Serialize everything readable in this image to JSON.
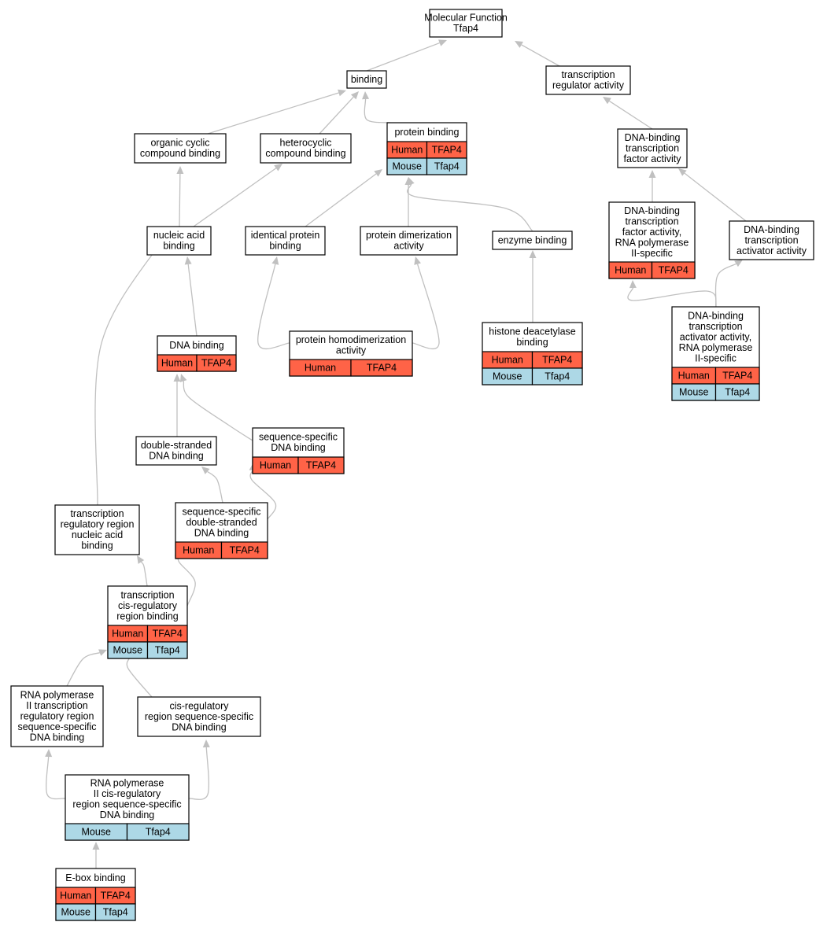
{
  "colors": {
    "human": "#ff6347",
    "mouse": "#add8e6",
    "edge": "#c0c0c0"
  },
  "nodes": [
    {
      "id": "mf",
      "lines": [
        "Molecular Function",
        "Tfap4"
      ],
      "rows": []
    },
    {
      "id": "binding",
      "lines": [
        "binding"
      ],
      "rows": []
    },
    {
      "id": "tra",
      "lines": [
        "transcription",
        "regulator activity"
      ],
      "rows": []
    },
    {
      "id": "pb",
      "lines": [
        "protein binding"
      ],
      "rows": [
        [
          "Human",
          "TFAP4"
        ],
        [
          "Mouse",
          "Tfap4"
        ]
      ]
    },
    {
      "id": "occb",
      "lines": [
        "organic cyclic",
        "compound binding"
      ],
      "rows": []
    },
    {
      "id": "hcb",
      "lines": [
        "heterocyclic",
        "compound binding"
      ],
      "rows": []
    },
    {
      "id": "dbtfa",
      "lines": [
        "DNA-binding",
        "transcription",
        "factor activity"
      ],
      "rows": []
    },
    {
      "id": "nab",
      "lines": [
        "nucleic acid",
        "binding"
      ],
      "rows": []
    },
    {
      "id": "ipb",
      "lines": [
        "identical protein",
        "binding"
      ],
      "rows": []
    },
    {
      "id": "pda",
      "lines": [
        "protein dimerization",
        "activity"
      ],
      "rows": []
    },
    {
      "id": "eb",
      "lines": [
        "enzyme binding"
      ],
      "rows": []
    },
    {
      "id": "dbtfa2",
      "lines": [
        "DNA-binding",
        "transcription",
        "factor activity,",
        "RNA polymerase",
        "II-specific"
      ],
      "rows": [
        [
          "Human",
          "TFAP4"
        ]
      ]
    },
    {
      "id": "dbtaa",
      "lines": [
        "DNA-binding",
        "transcription",
        "activator activity"
      ],
      "rows": []
    },
    {
      "id": "dnab",
      "lines": [
        "DNA binding"
      ],
      "rows": [
        [
          "Human",
          "TFAP4"
        ]
      ]
    },
    {
      "id": "phda",
      "lines": [
        "protein homodimerization",
        "activity"
      ],
      "rows": [
        [
          "Human",
          "TFAP4"
        ]
      ]
    },
    {
      "id": "hdb",
      "lines": [
        "histone deacetylase",
        "binding"
      ],
      "rows": [
        [
          "Human",
          "TFAP4"
        ],
        [
          "Mouse",
          "Tfap4"
        ]
      ]
    },
    {
      "id": "dbtaa2",
      "lines": [
        "DNA-binding",
        "transcription",
        "activator activity,",
        "RNA polymerase",
        "II-specific"
      ],
      "rows": [
        [
          "Human",
          "TFAP4"
        ],
        [
          "Mouse",
          "Tfap4"
        ]
      ]
    },
    {
      "id": "dsdb",
      "lines": [
        "double-stranded",
        "DNA binding"
      ],
      "rows": []
    },
    {
      "id": "ssdb",
      "lines": [
        "sequence-specific",
        "DNA binding"
      ],
      "rows": [
        [
          "Human",
          "TFAP4"
        ]
      ]
    },
    {
      "id": "trrnab",
      "lines": [
        "transcription",
        "regulatory region",
        "nucleic acid",
        "binding"
      ],
      "rows": []
    },
    {
      "id": "ssdsdb",
      "lines": [
        "sequence-specific",
        "double-stranded",
        "DNA binding"
      ],
      "rows": [
        [
          "Human",
          "TFAP4"
        ]
      ]
    },
    {
      "id": "tcrrb",
      "lines": [
        "transcription",
        "cis-regulatory",
        "region binding"
      ],
      "rows": [
        [
          "Human",
          "TFAP4"
        ],
        [
          "Mouse",
          "Tfap4"
        ]
      ]
    },
    {
      "id": "rnap2",
      "lines": [
        "RNA polymerase",
        "II transcription",
        "regulatory region",
        "sequence-specific",
        "DNA binding"
      ],
      "rows": []
    },
    {
      "id": "crssdb",
      "lines": [
        "cis-regulatory",
        "region sequence-specific",
        "DNA binding"
      ],
      "rows": []
    },
    {
      "id": "rnap2cr",
      "lines": [
        "RNA polymerase",
        "II cis-regulatory",
        "region sequence-specific",
        "DNA binding"
      ],
      "rows": [
        [
          "Mouse",
          "Tfap4"
        ]
      ]
    },
    {
      "id": "ebox",
      "lines": [
        "E-box binding"
      ],
      "rows": [
        [
          "Human",
          "TFAP4"
        ],
        [
          "Mouse",
          "Tfap4"
        ]
      ]
    }
  ],
  "edges": [
    {
      "from": "binding",
      "to": "mf"
    },
    {
      "from": "tra",
      "to": "mf"
    },
    {
      "from": "occb",
      "to": "binding"
    },
    {
      "from": "hcb",
      "to": "binding"
    },
    {
      "from": "pb",
      "to": "binding"
    },
    {
      "from": "dbtfa",
      "to": "tra"
    },
    {
      "from": "nab",
      "to": "occb"
    },
    {
      "from": "nab",
      "to": "hcb"
    },
    {
      "from": "ipb",
      "to": "pb"
    },
    {
      "from": "pda",
      "to": "pb"
    },
    {
      "from": "eb",
      "to": "pb"
    },
    {
      "from": "dbtfa2",
      "to": "dbtfa"
    },
    {
      "from": "dbtaa",
      "to": "dbtfa"
    },
    {
      "from": "dnab",
      "to": "nab"
    },
    {
      "from": "trrnab",
      "to": "nab"
    },
    {
      "from": "phda",
      "to": "ipb"
    },
    {
      "from": "phda",
      "to": "pda"
    },
    {
      "from": "hdb",
      "to": "eb"
    },
    {
      "from": "dbtaa2",
      "to": "dbtfa2"
    },
    {
      "from": "dbtaa2",
      "to": "dbtaa"
    },
    {
      "from": "dsdb",
      "to": "dnab"
    },
    {
      "from": "ssdb",
      "to": "dnab"
    },
    {
      "from": "ssdsdb",
      "to": "dsdb"
    },
    {
      "from": "ssdsdb",
      "to": "ssdb"
    },
    {
      "from": "tcrrb",
      "to": "trrnab"
    },
    {
      "from": "tcrrb",
      "to": "ssdsdb"
    },
    {
      "from": "rnap2",
      "to": "tcrrb"
    },
    {
      "from": "crssdb",
      "to": "tcrrb"
    },
    {
      "from": "rnap2cr",
      "to": "rnap2"
    },
    {
      "from": "rnap2cr",
      "to": "crssdb"
    },
    {
      "from": "ebox",
      "to": "rnap2cr"
    }
  ]
}
